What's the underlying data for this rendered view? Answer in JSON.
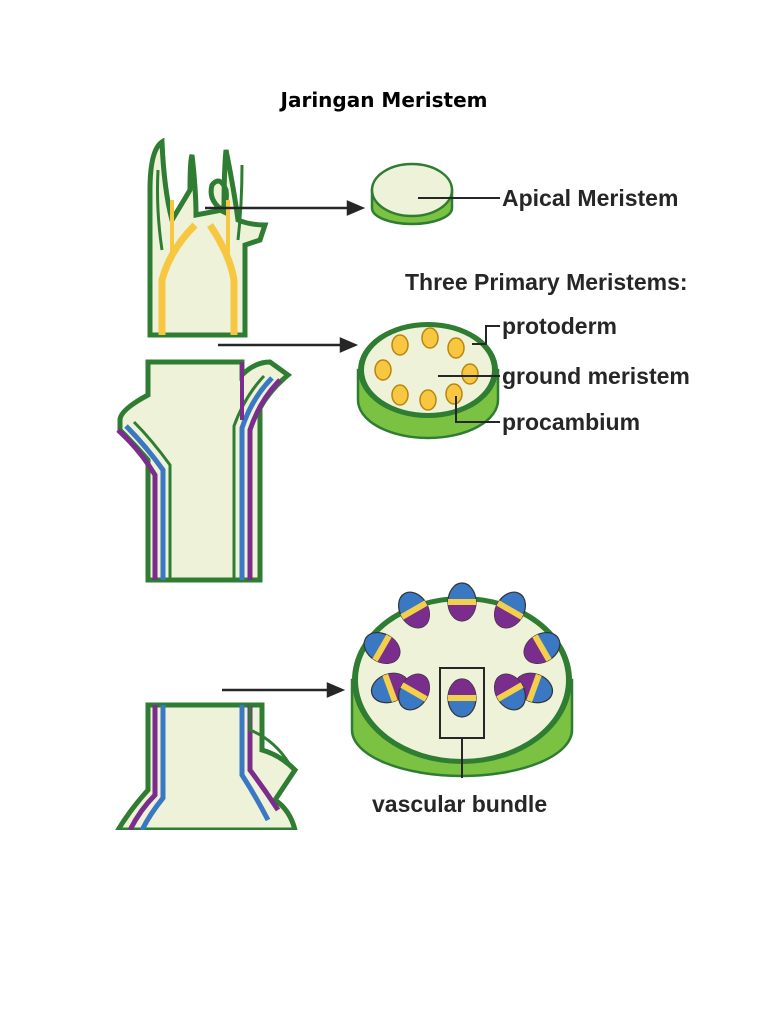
{
  "document": {
    "title": "Jaringan Meristem"
  },
  "figure": {
    "labels": {
      "apical": "Apical Meristem",
      "heading": "Three Primary Meristems:",
      "protoderm": "protoderm",
      "ground": "ground meristem",
      "procambium": "procambium",
      "vascular": "vascular bundle"
    },
    "colors": {
      "epidermis": "#2e7d32",
      "ground_tissue": "#eef2d8",
      "disc_side": "#7cc242",
      "procambium": "#f7c742",
      "phloem": "#7b2d8e",
      "xylem": "#3a78c4",
      "cambium": "#f2d04b"
    }
  }
}
